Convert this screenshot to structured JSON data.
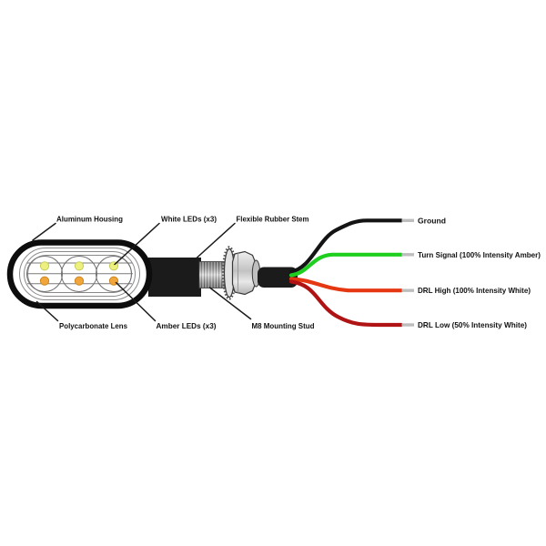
{
  "diagram": {
    "background": "#ffffff",
    "part_labels": [
      {
        "id": "aluminum-housing",
        "text": "Aluminum Housing"
      },
      {
        "id": "white-leds",
        "text": "White LEDs (x3)"
      },
      {
        "id": "flexible-rubber-stem",
        "text": "Flexible Rubber Stem"
      },
      {
        "id": "polycarbonate-lens",
        "text": "Polycarbonate Lens"
      },
      {
        "id": "amber-leds",
        "text": "Amber LEDs (x3)"
      },
      {
        "id": "m8-mounting-stud",
        "text": "M8 Mounting Stud"
      }
    ],
    "wires": [
      {
        "id": "ground",
        "label": "Ground",
        "color": "#141414"
      },
      {
        "id": "turn-signal",
        "label": "Turn Signal (100% Intensity Amber)",
        "color": "#1fcf1f"
      },
      {
        "id": "drl-high",
        "label": "DRL High (100% Intensity White)",
        "color": "#e53711"
      },
      {
        "id": "drl-low",
        "label": "DRL Low (50% Intensity White)",
        "color": "#b01313"
      }
    ],
    "colors": {
      "housing_outline": "#0d0d0d",
      "body_black": "#1b1b1b",
      "white_led_fill": "#edf07e",
      "amber_led_fill": "#f1a63c",
      "wire_tip": "#bdbdbd",
      "metal_light": "#d6d6d6",
      "metal_dark": "#6b6b6b"
    }
  }
}
